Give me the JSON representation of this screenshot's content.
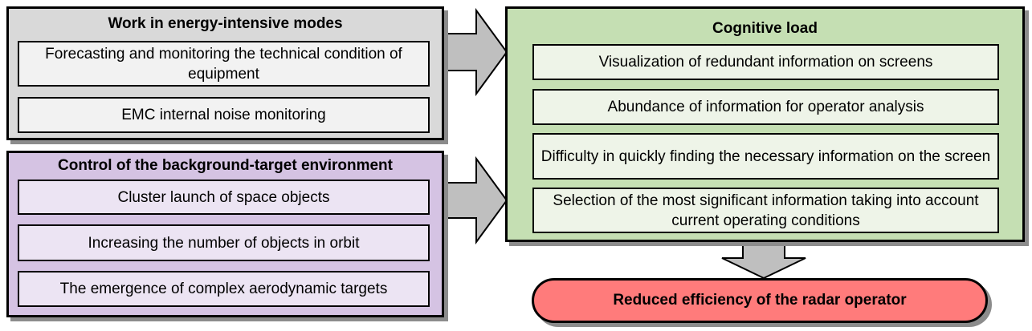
{
  "panels": {
    "energy": {
      "title": "Work in energy-intensive modes",
      "items": [
        "Forecasting and monitoring the technical condition of equipment",
        "EMC internal noise monitoring"
      ]
    },
    "environment": {
      "title": "Control of the background-target environment",
      "items": [
        "Cluster launch of space objects",
        "Increasing the number of objects in orbit",
        "The emergence of complex aerodynamic targets"
      ]
    },
    "cognitive": {
      "title": "Cognitive load",
      "items": [
        "Visualization of redundant information on screens",
        "Abundance of information for operator analysis",
        "Difficulty in quickly finding the necessary information on the screen",
        "Selection of the most significant information taking into account current operating conditions"
      ]
    }
  },
  "result": "Reduced efficiency of the radar operator",
  "colors": {
    "energy_panel": "#d9d9d9",
    "environment_panel": "#d5c3e3",
    "cognitive_panel": "#c5dfb3",
    "result_box": "#ff7b7b",
    "arrow": "#bfbfbf"
  }
}
